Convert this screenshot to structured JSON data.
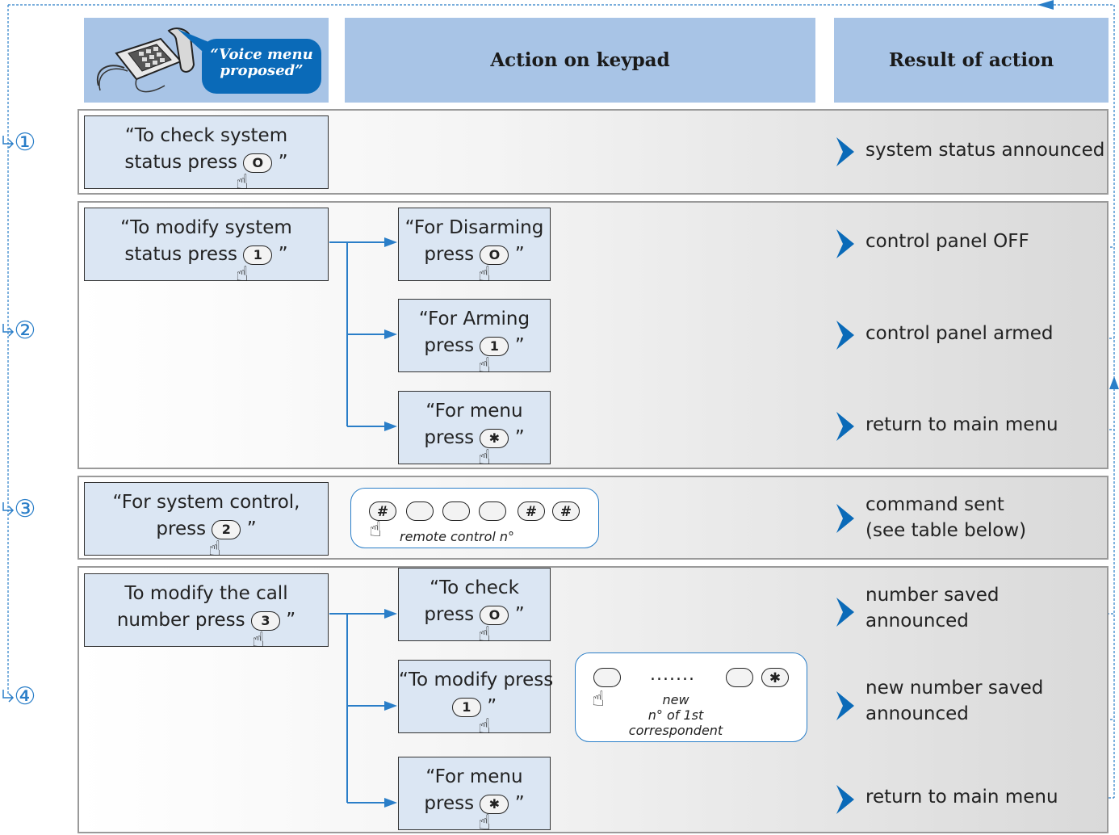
{
  "header": {
    "voice_label": "“Voice menu proposed”",
    "action_label": "Action on keypad",
    "result_label": "Result of action"
  },
  "steps": [
    "①",
    "②",
    "③",
    "④"
  ],
  "sections": {
    "s1": {
      "prompt_line1": "“To check system",
      "prompt_line2": "status press",
      "prompt_key": "O",
      "result": "system status announced"
    },
    "s2": {
      "prompt_line1": "“To modify system",
      "prompt_line2": "status press",
      "prompt_key": "1",
      "options": [
        {
          "line1": "“For Disarming",
          "line2": "press",
          "key": "O",
          "result": "control panel OFF"
        },
        {
          "line1": "“For Arming",
          "line2": "press",
          "key": "1",
          "result": "control panel armed"
        },
        {
          "line1": "“For menu",
          "line2": "press",
          "key": "✱",
          "result": "return to main menu"
        }
      ]
    },
    "s3": {
      "prompt_line1": "“For system control,",
      "prompt_line2": "press",
      "prompt_key": "2",
      "keys": [
        "#",
        "",
        "",
        "",
        "#",
        "#"
      ],
      "caption": "remote control n°",
      "result_line1": "command sent",
      "result_line2": "(see table below)"
    },
    "s4": {
      "prompt_line1": "To modify the call",
      "prompt_line2": "number press",
      "prompt_key": "3",
      "options": [
        {
          "line1": "“To check",
          "line2": "press",
          "key": "O",
          "result_line1": "number saved",
          "result_line2": "announced"
        },
        {
          "line1": "“To modify press",
          "line2": "",
          "key": "1",
          "result_line1": "new number saved",
          "result_line2": "announced"
        },
        {
          "line1": "“For menu",
          "line2": "press",
          "key": "✱",
          "result_line1": "return to main menu",
          "result_line2": ""
        }
      ],
      "entry_dots": ".......",
      "entry_end_key": "✱",
      "entry_caption1": "new",
      "entry_caption2": "n° of 1st",
      "entry_caption3": "correspondent"
    }
  },
  "quote_close": "”",
  "colors": {
    "header_bg": "#a8c4e6",
    "box_bg": "#dbe6f3",
    "accent_blue": "#2a7ec8",
    "bubble_bg": "#0a6ab8"
  }
}
